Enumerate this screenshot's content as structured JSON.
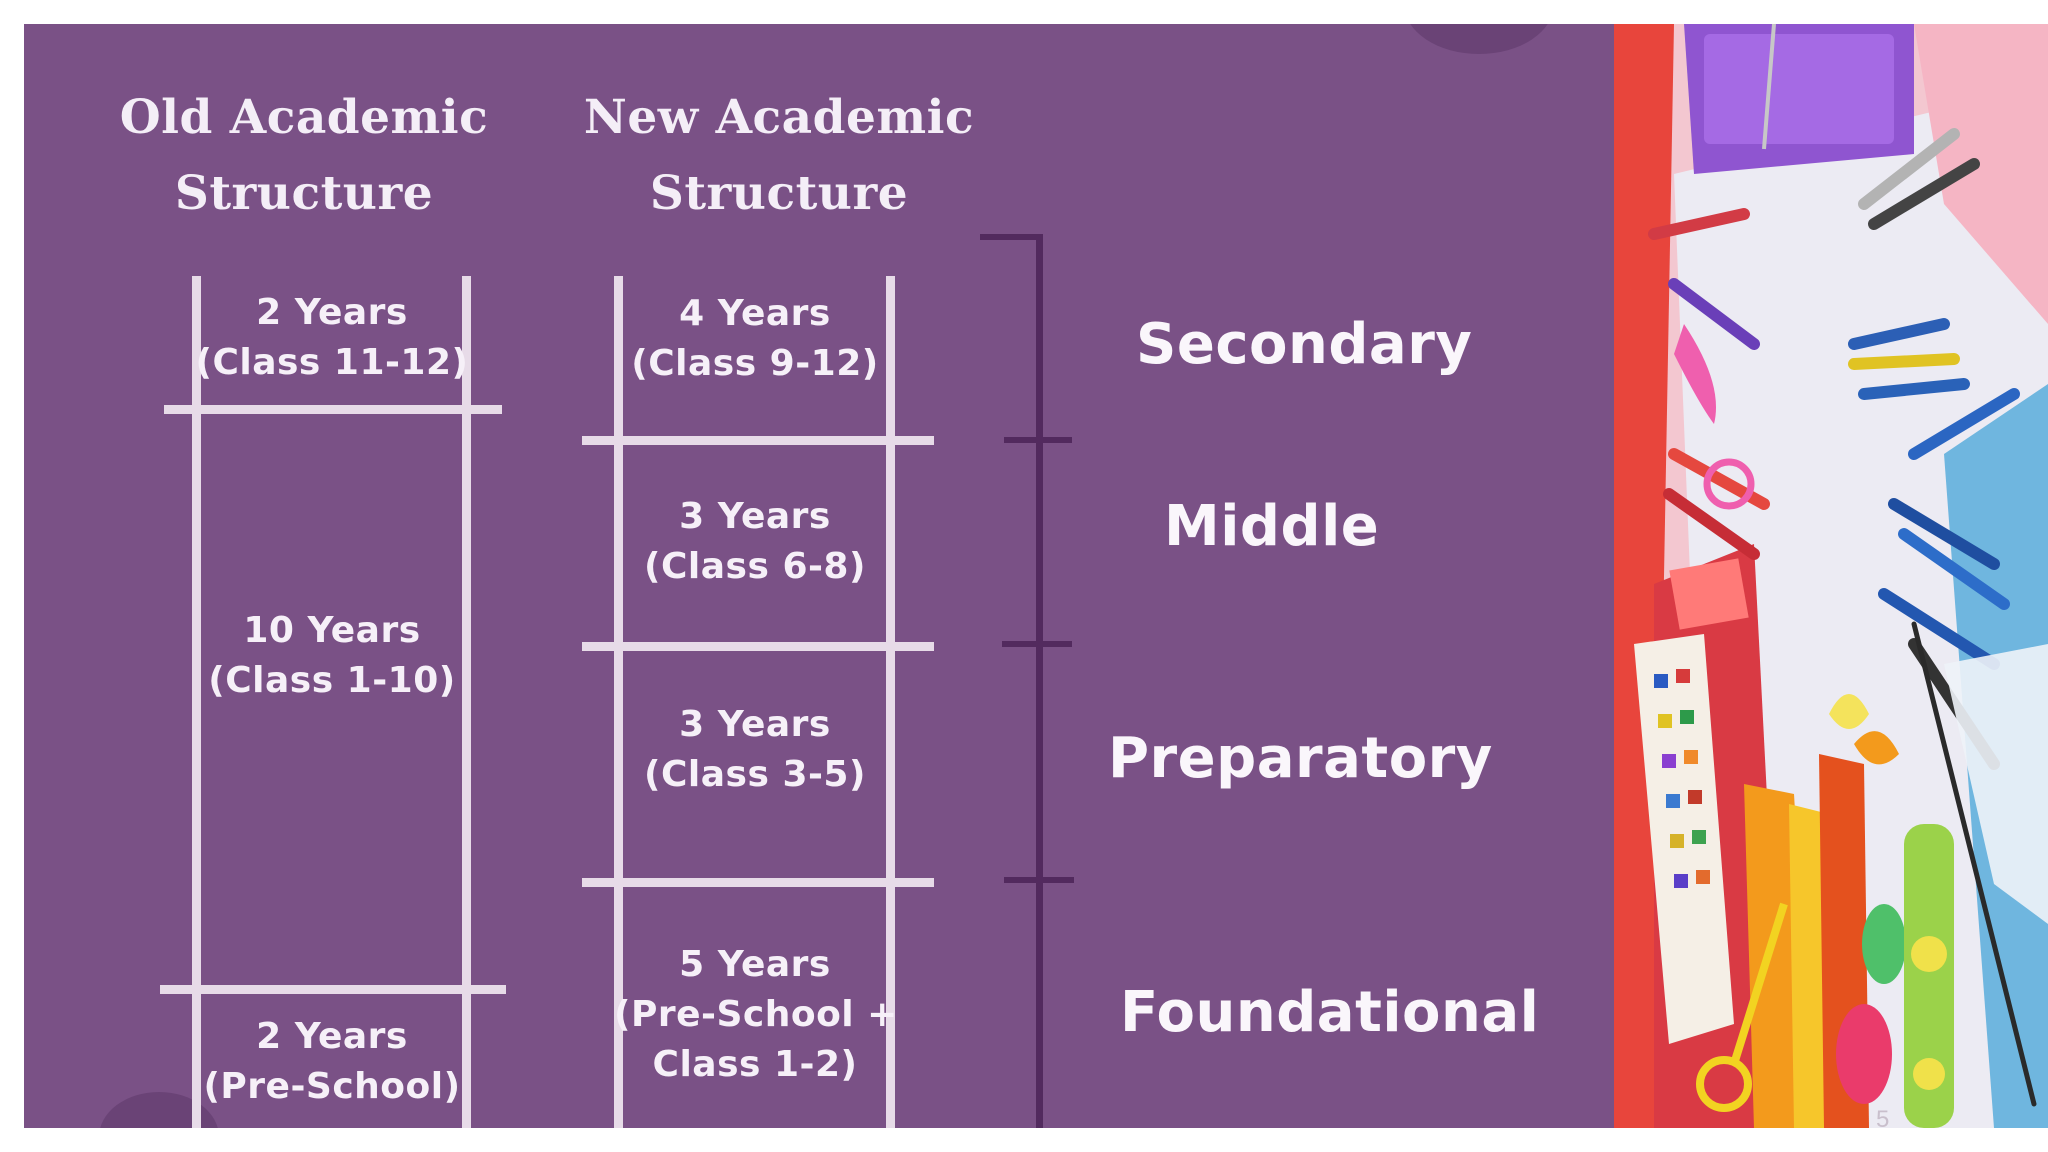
{
  "headings": {
    "old_line1": "Old Academic",
    "old_line2": "Structure",
    "new_line1": "New Academic",
    "new_line2": "Structure"
  },
  "old_structure": [
    {
      "line1": "2 Years",
      "line2": "(Class 11-12)"
    },
    {
      "line1": "10 Years",
      "line2": "(Class 1-10)"
    },
    {
      "line1": "2 Years",
      "line2": "(Pre-School)"
    }
  ],
  "new_structure": [
    {
      "line1": "4 Years",
      "line2": "(Class 9-12)"
    },
    {
      "line1": "3 Years",
      "line2": "(Class 6-8)"
    },
    {
      "line1": "3 Years",
      "line2": "(Class 3-5)"
    },
    {
      "line1": "5 Years",
      "line2": "(Pre-School +",
      "line3": "Class 1-2)"
    }
  ],
  "stages": [
    "Secondary",
    "Middle",
    "Preparatory",
    "Foundational"
  ],
  "slide_number": "5",
  "colors": {
    "background": "#7a5186",
    "ladder": "#e7dbe8",
    "bracket": "#522a5e",
    "text": "#f6f0f8"
  },
  "photo": {
    "subject": "art-supplies-photo"
  }
}
